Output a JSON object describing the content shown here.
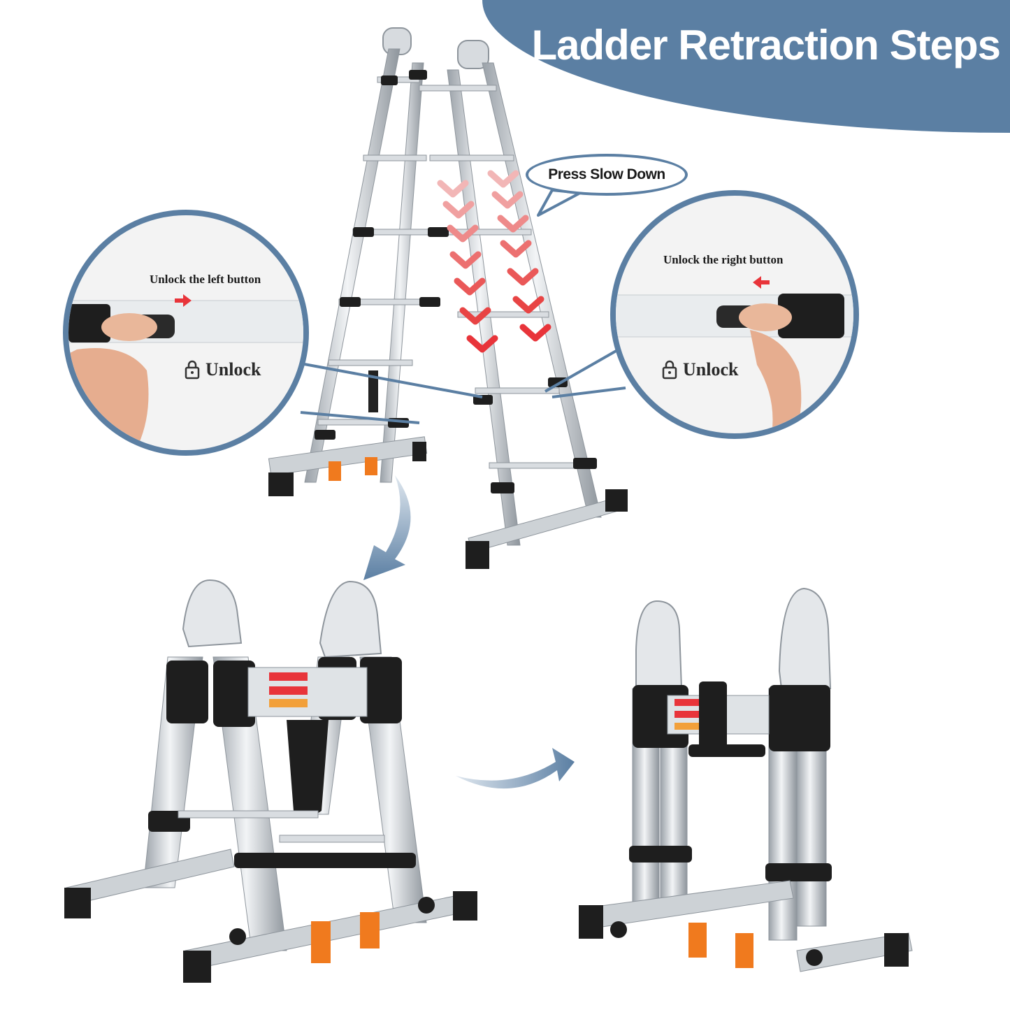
{
  "header": {
    "title": "Ladder Retraction Steps"
  },
  "callout": {
    "press_label": "Press Slow Down"
  },
  "left_detail": {
    "instruction": "Unlock the left button",
    "unlock_label": "Unlock"
  },
  "right_detail": {
    "instruction": "Unlock the right button",
    "unlock_label": "Unlock"
  },
  "colors": {
    "accent": "#5b7fa3",
    "arrow_red": "#e8343a",
    "aluminum": "#c9ced3",
    "black": "#1e1e1e",
    "orange": "#f07a1e"
  },
  "icons": [
    "lock-icon",
    "red-arrow-icon",
    "down-chevron-icon",
    "flow-arrow-icon"
  ]
}
